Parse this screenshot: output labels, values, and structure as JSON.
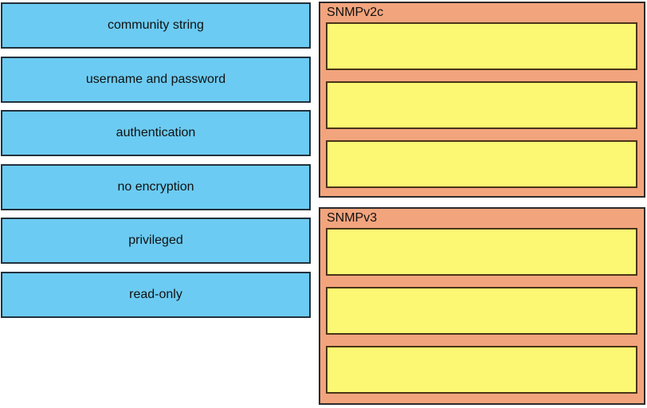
{
  "sources": [
    {
      "label": "community string"
    },
    {
      "label": "username and password"
    },
    {
      "label": "authentication"
    },
    {
      "label": "no encryption"
    },
    {
      "label": "privileged"
    },
    {
      "label": "read-only"
    }
  ],
  "targets": [
    {
      "title": "SNMPv2c",
      "slot_count": 3
    },
    {
      "title": "SNMPv3",
      "slot_count": 3
    }
  ],
  "colors": {
    "background": "#ffffff",
    "token_fill": "#6CCBF2",
    "token_border": "#22313c",
    "group_fill": "#F2A47D",
    "group_border": "#2b2b2b",
    "slot_fill": "#FDF873",
    "slot_border": "#4a3418",
    "text": "#111111"
  }
}
